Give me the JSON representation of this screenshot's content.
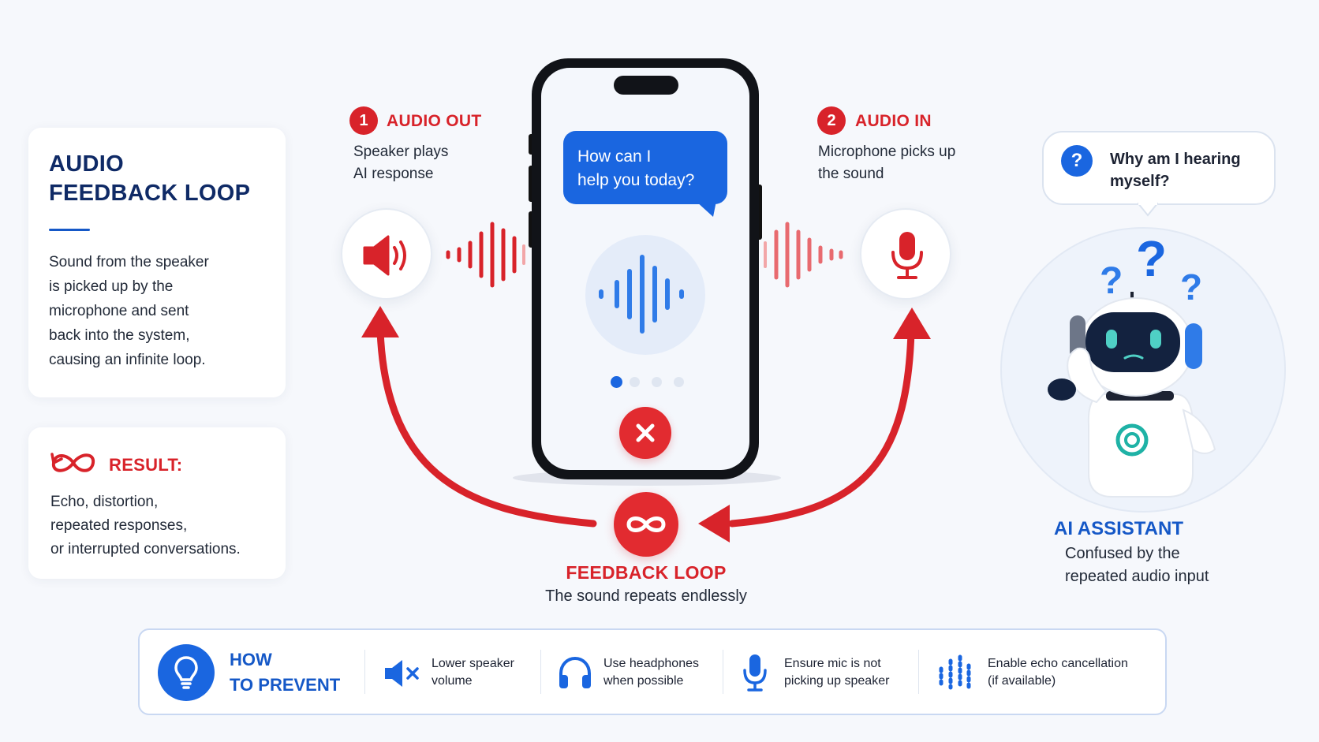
{
  "left_card": {
    "title_line1": "AUDIO",
    "title_line2": "FEEDBACK LOOP",
    "desc": [
      "Sound from the speaker",
      "is picked up by the",
      "microphone and sent",
      "back into the system,",
      "causing an infinite loop."
    ]
  },
  "result_card": {
    "title": "RESULT:",
    "lines": [
      "Echo, distortion,",
      "repeated responses,",
      "or interrupted conversations."
    ]
  },
  "audio_out": {
    "number": "1",
    "title": "AUDIO OUT",
    "line1": "Speaker plays",
    "line2": "AI response"
  },
  "audio_in": {
    "number": "2",
    "title": "AUDIO IN",
    "line1": "Microphone picks up",
    "line2": "the sound"
  },
  "phone": {
    "bubble_line1": "How can I",
    "bubble_line2": "help you today?"
  },
  "feedback": {
    "title": "FEEDBACK LOOP",
    "subtitle": "The sound repeats endlessly"
  },
  "assistant": {
    "speech_line1": "Why am I hearing",
    "speech_line2": "myself?",
    "title": "AI ASSISTANT",
    "line1": "Confused by the",
    "line2": "repeated audio input"
  },
  "prevent": {
    "title_line1": "HOW",
    "title_line2": "TO PREVENT",
    "items": [
      {
        "line1": "Lower speaker",
        "line2": "volume",
        "icon": "muted-speaker-icon"
      },
      {
        "line1": "Use headphones",
        "line2": "when possible",
        "icon": "headphones-icon"
      },
      {
        "line1": "Ensure mic is not",
        "line2": "picking up speaker",
        "icon": "microphone-icon"
      },
      {
        "line1": "Enable echo cancellation",
        "line2": "(if available)",
        "icon": "equalizer-icon"
      }
    ]
  },
  "colors": {
    "red": "#d8232a",
    "blue": "#1558c7",
    "navy": "#0f2a66",
    "teal": "#1fb2a6"
  }
}
